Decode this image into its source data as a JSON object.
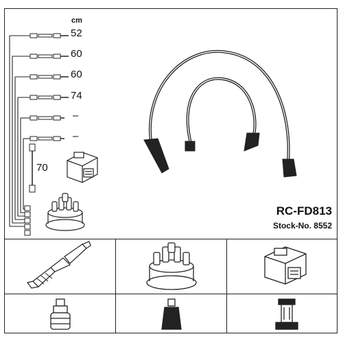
{
  "header": {
    "unit": "cm"
  },
  "cable_lengths": [
    "52",
    "60",
    "60",
    "74",
    "–",
    "–"
  ],
  "side_length": "70",
  "product": {
    "code": "RC-FD813",
    "stock": "Stock-No. 8552"
  },
  "icons": {
    "cable_set": "ignition-cable-set-icon",
    "coil": "ignition-coil-icon",
    "distributor_cap": "distributor-cap-icon",
    "spark_plug": "spark-plug-icon",
    "plug_connector": "spark-plug-connector-icon",
    "coil_tower": "coil-tower-connector-icon"
  },
  "colors": {
    "line": "#222222",
    "background": "#ffffff"
  }
}
